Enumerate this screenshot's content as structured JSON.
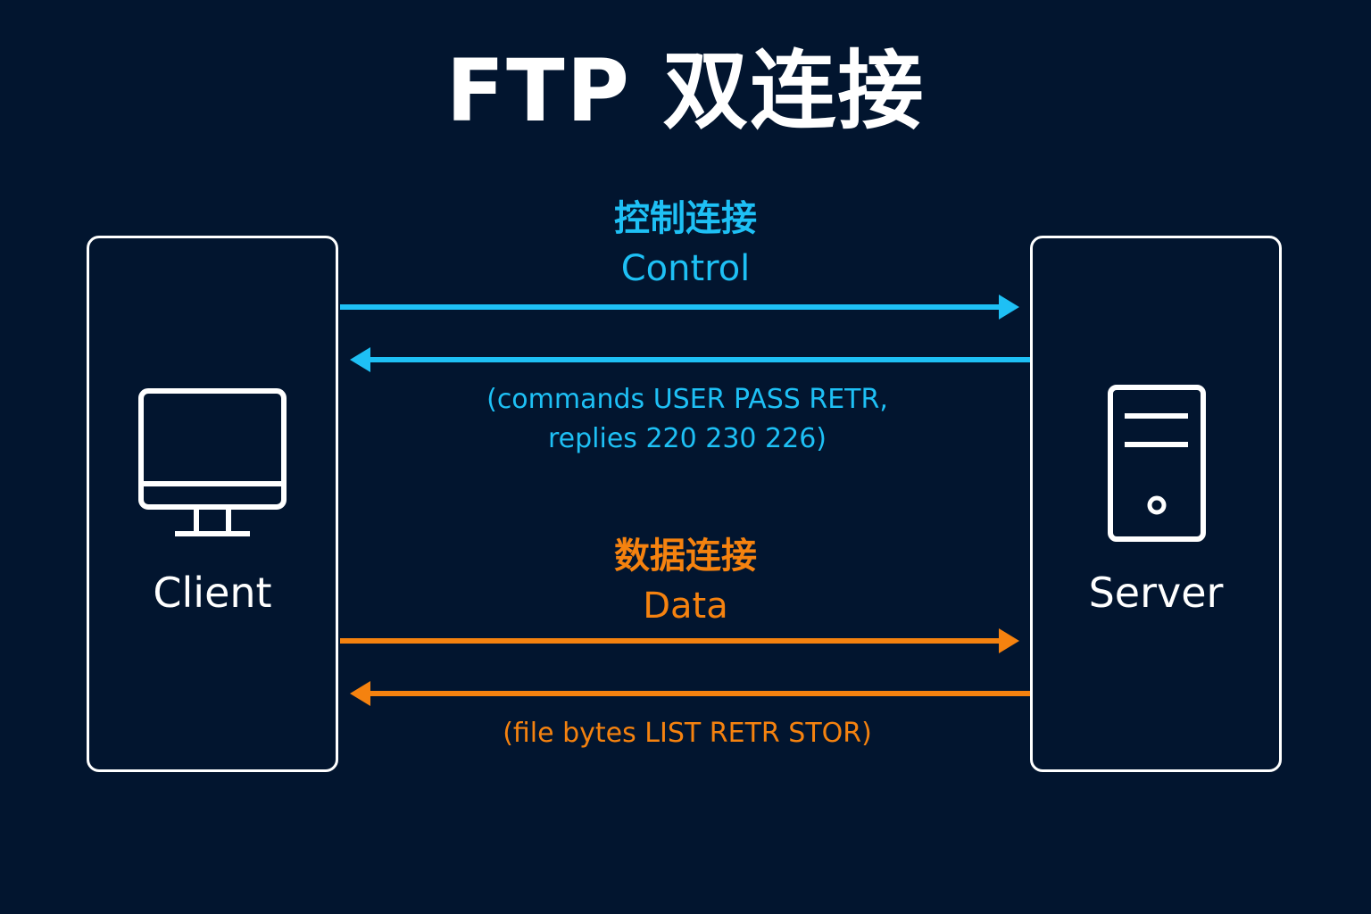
{
  "title": "FTP 双连接",
  "client": {
    "label": "Client",
    "icon": "monitor-icon"
  },
  "server": {
    "label": "Server",
    "icon": "server-tower-icon"
  },
  "control": {
    "label_zh": "控制连接",
    "label_en": "Control",
    "note_line1": "(commands USER PASS RETR,",
    "note_line2": "replies 220 230 226)",
    "color": "#1ec0f5"
  },
  "data": {
    "label_zh": "数据连接",
    "label_en": "Data",
    "note": "(file bytes LIST RETR STOR)",
    "color": "#f5820f"
  },
  "colors": {
    "background": "#02152f",
    "foreground": "#ffffff"
  }
}
